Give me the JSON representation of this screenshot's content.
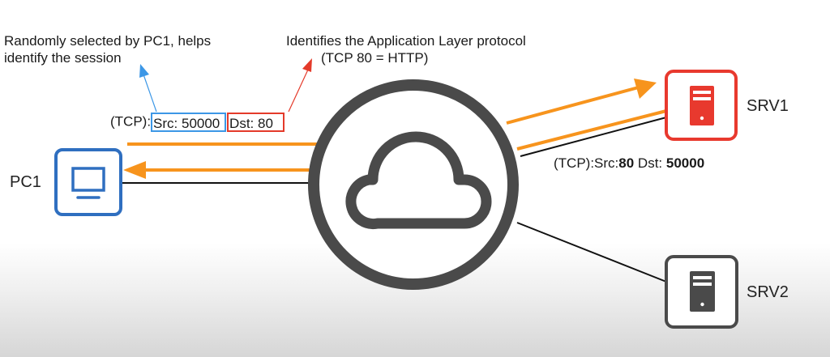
{
  "colors": {
    "pc": "#2f6fc0",
    "srv1": "#e8392e",
    "srv2": "#4a4a4a",
    "cloud": "#4a4a4a",
    "traffic": "#f7941d",
    "link": "#111111",
    "src_highlight": "#3c97e6",
    "dst_highlight": "#e43a2a"
  },
  "annotations": {
    "src_note_line1": "Randomly selected by PC1, helps",
    "src_note_line2": "identify the session",
    "dst_note_line1": "Identifies the Application Layer protocol",
    "dst_note_line2": "(TCP 80 = HTTP)"
  },
  "request_header": {
    "prefix": "(TCP):",
    "src": "Src: 50000",
    "dst": "Dst: 80"
  },
  "response_header": {
    "prefix": "(TCP):Src:",
    "src_port": "80",
    "dst_label": " Dst: ",
    "dst_port": "50000"
  },
  "nodes": {
    "pc1": {
      "label": "PC1",
      "icon": "monitor-icon"
    },
    "srv1": {
      "label": "SRV1",
      "icon": "server-icon"
    },
    "srv2": {
      "label": "SRV2",
      "icon": "server-icon"
    },
    "internet": {
      "icon": "cloud-icon"
    }
  }
}
